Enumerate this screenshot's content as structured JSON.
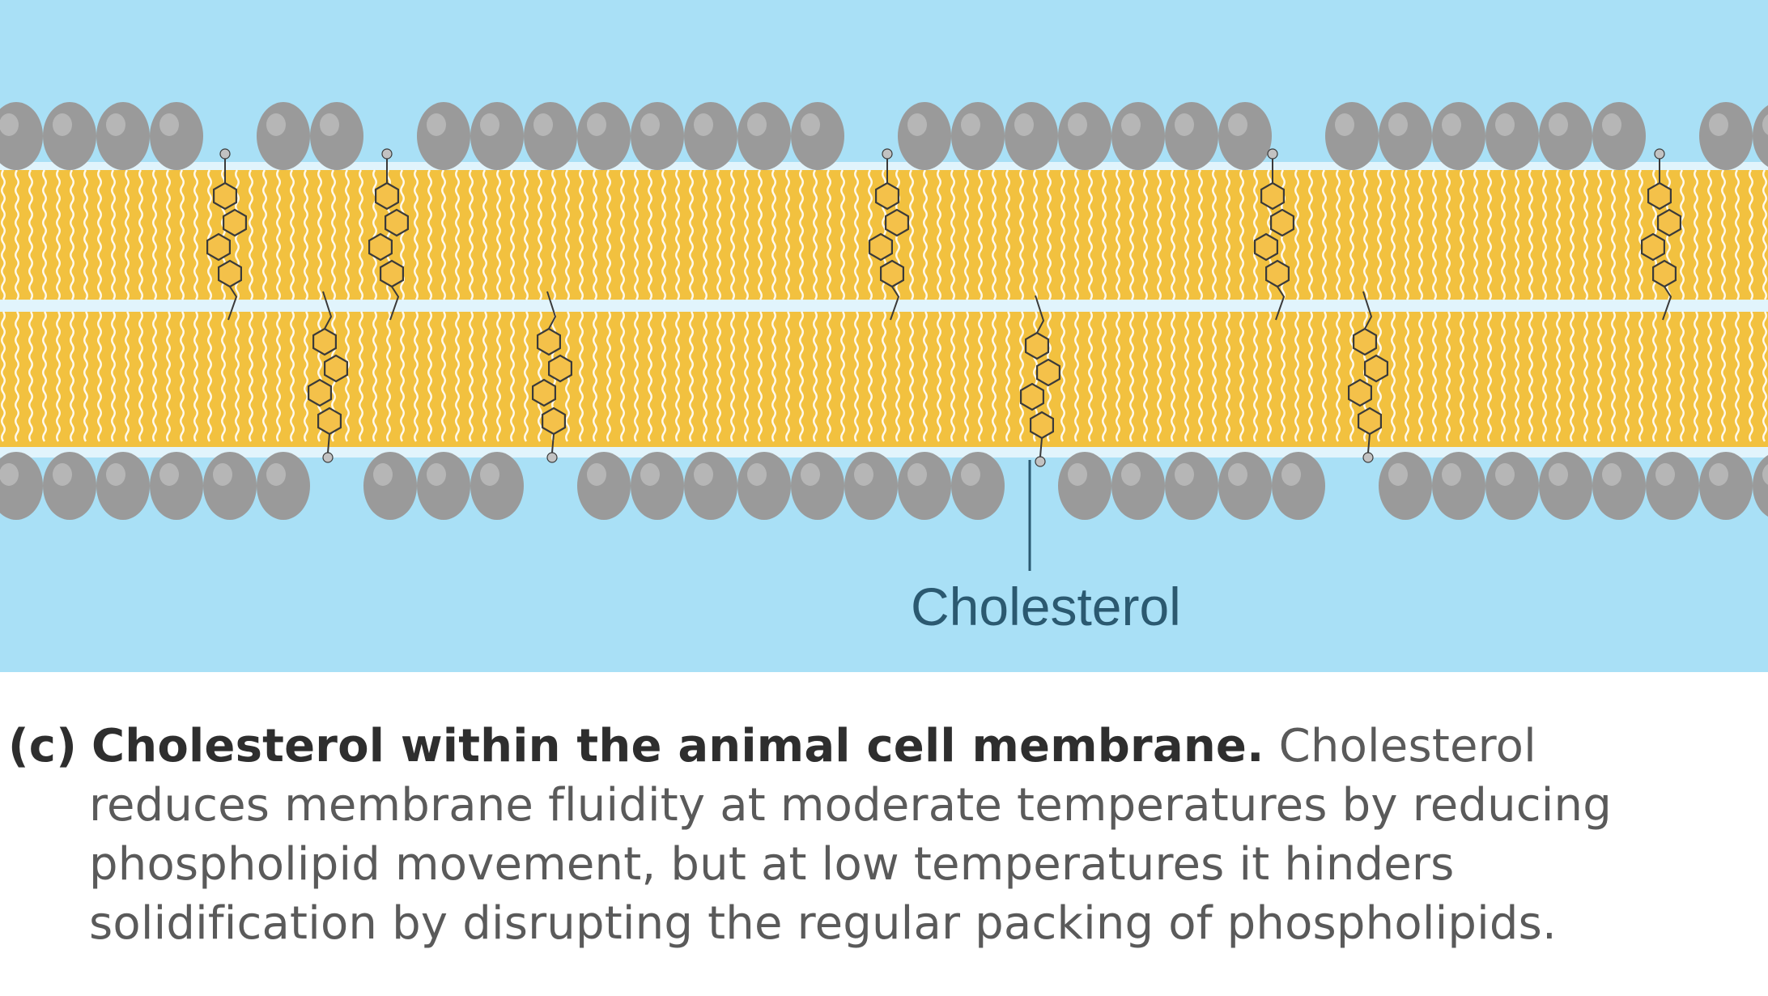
{
  "colors": {
    "background_water": "#a9e0f6",
    "membrane_gap": "#ffffff",
    "lipid_tail": "#f2c13f",
    "lipid_tail_line": "#ffffff",
    "lipid_head": "#9a9a9a",
    "lipid_head_highlight": "#c2c2c2",
    "cholesterol_ring": "#f4c14a",
    "cholesterol_outline": "#3a3a3a",
    "label_text": "#2b5970",
    "caption_text": "#5a5a5a"
  },
  "diagram": {
    "cholesterol_label": "Cholesterol"
  },
  "caption": {
    "label": "(c)",
    "title": "Cholesterol within the animal cell membrane.",
    "line1_rest": "Cholesterol",
    "line2": "reduces membrane fluidity at moderate temperatures by reducing",
    "line3": "phospholipid movement, but at low temperatures it hinders",
    "line4": "solidification by disrupting the regular packing of phospholipids."
  }
}
